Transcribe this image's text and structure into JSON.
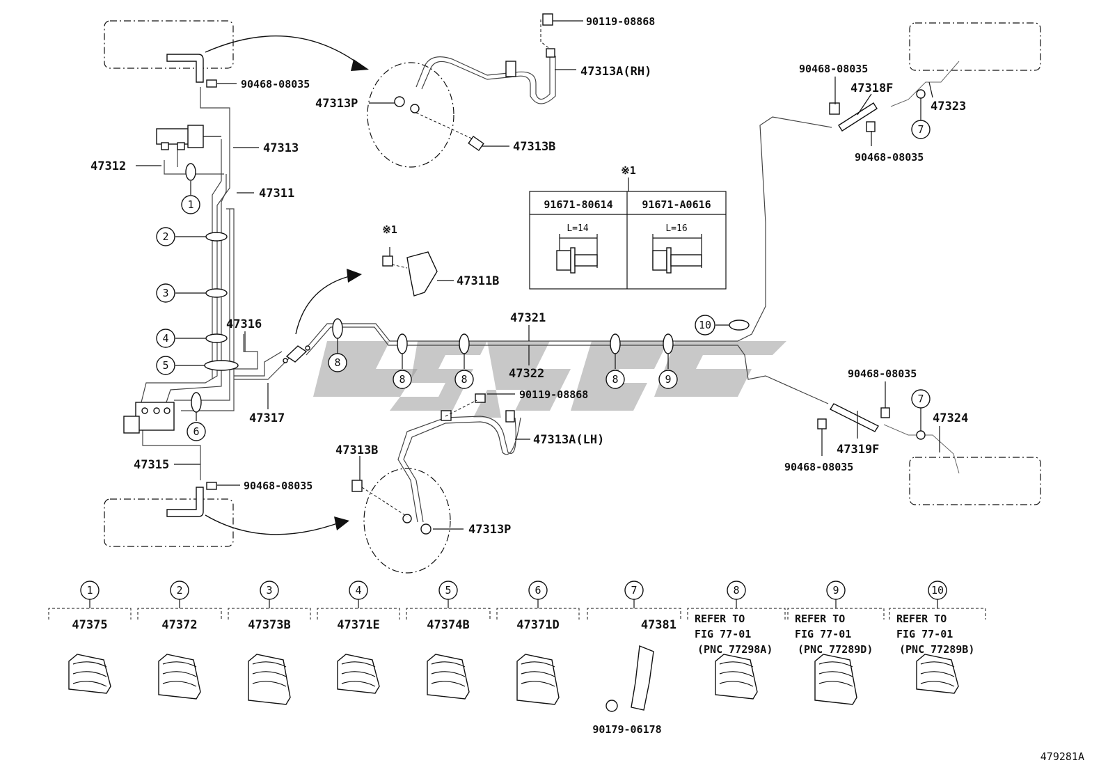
{
  "diagram_id": "479281A",
  "parts": {
    "p90119_top": "90119-08868",
    "p47313A_RH": "47313A(RH)",
    "p90468_tl": "90468-08035",
    "p47313P_top": "47313P",
    "p47313B_top": "47313B",
    "p47313": "47313",
    "p47312": "47312",
    "p47311": "47311",
    "p47311B": "47311B",
    "p47316": "47316",
    "p47317": "47317",
    "p47321": "47321",
    "p47322": "47322",
    "p47315": "47315",
    "p90468_bl": "90468-08035",
    "p90119_mid": "90119-08868",
    "p47313A_LH": "47313A(LH)",
    "p47313B_bot": "47313B",
    "p47313P_bot": "47313P",
    "p90468_tr1": "90468-08035",
    "p47318F": "47318F",
    "p47323": "47323",
    "p90468_tr2": "90468-08035",
    "p90468_mr1": "90468-08035",
    "p47324": "47324",
    "p47319F": "47319F",
    "p90468_mr2": "90468-08035"
  },
  "callouts": {
    "c1": "1",
    "c2": "2",
    "c3": "3",
    "c4": "4",
    "c5": "5",
    "c6": "6",
    "c7a": "7",
    "c7b": "7",
    "c8a": "8",
    "c8b": "8",
    "c8c": "8",
    "c8d": "8",
    "c9": "9",
    "c10": "10"
  },
  "bolt_table": {
    "note_mark": "※1",
    "col1_part": "91671-80614",
    "col1_len": "L=14",
    "col2_part": "91671-A0616",
    "col2_len": "L=16"
  },
  "bracket_note": "※1",
  "legend": [
    {
      "num": "1",
      "part": "47375",
      "lines": []
    },
    {
      "num": "2",
      "part": "47372",
      "lines": []
    },
    {
      "num": "3",
      "part": "47373B",
      "lines": []
    },
    {
      "num": "4",
      "part": "47371E",
      "lines": []
    },
    {
      "num": "5",
      "part": "47374B",
      "lines": []
    },
    {
      "num": "6",
      "part": "47371D",
      "lines": []
    },
    {
      "num": "7",
      "part": "47381",
      "extra": "90179-06178",
      "lines": []
    },
    {
      "num": "8",
      "part": "",
      "lines": [
        "REFER TO",
        "FIG 77-01",
        "(PNC 77298A)"
      ]
    },
    {
      "num": "9",
      "part": "",
      "lines": [
        "REFER TO",
        "FIG 77-01",
        "(PNC 77289D)"
      ]
    },
    {
      "num": "10",
      "part": "",
      "lines": [
        "REFER TO",
        "FIG 77-01",
        "(PNC 77289B)"
      ]
    }
  ]
}
